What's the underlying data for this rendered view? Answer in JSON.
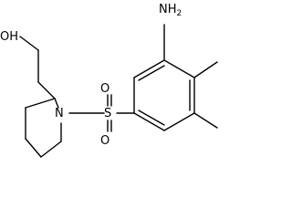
{
  "molecule": {
    "labels": {
      "hydroxyl": "OH",
      "amino": "NH2",
      "amino_n": "NH",
      "amino_subscript": "2",
      "sulfur": "S",
      "oxygen_top": "O",
      "oxygen_bottom": "O",
      "nitrogen": "N"
    }
  },
  "colors": {
    "bond": "#000000",
    "text": "#000000",
    "background": "#ffffff"
  }
}
